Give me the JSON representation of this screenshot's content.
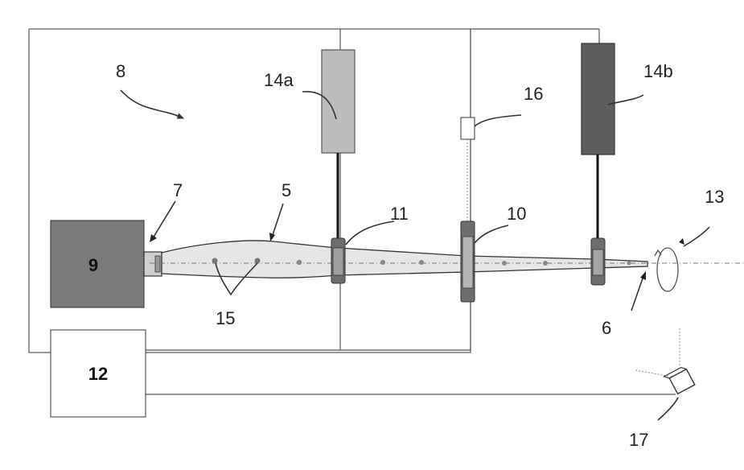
{
  "labels": {
    "workpiece_region": "8",
    "chuck_ref": "7",
    "chuck_box": "9",
    "fibre": "5",
    "support_a": "11",
    "support_b": "10",
    "actuator_a": "14a",
    "actuator_b": "14b",
    "sensor": "16",
    "rotation": "13",
    "tip": "6",
    "points": "15",
    "controller": "12",
    "camera": "17"
  },
  "colors": {
    "chuck_fill": "#7a7a7a",
    "actuator_a_fill": "#bdbdbd",
    "actuator_b_fill": "#5e5e5e",
    "clamp_fill": "#6d6d6d",
    "fibre_fill": "#d9d9d9"
  }
}
